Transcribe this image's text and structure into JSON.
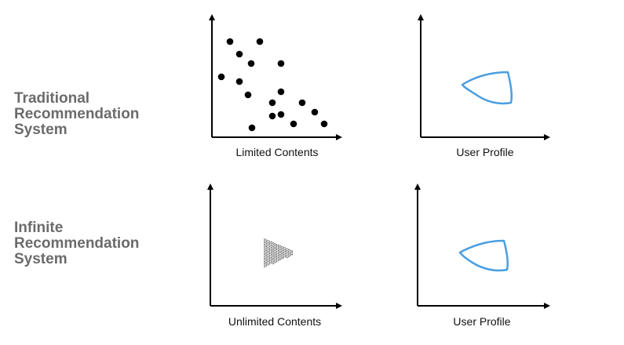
{
  "rows": [
    {
      "label": "Traditional\nRecommendation\nSystem",
      "contents_caption": "Limited Contents",
      "profile_caption": "User Profile"
    },
    {
      "label": "Infinite\nRecommendation\nSystem",
      "contents_caption": "Unlimited Contents",
      "profile_caption": "User Profile"
    }
  ],
  "colors": {
    "axis": "#000000",
    "dots": "#000000",
    "profile_curve": "#4a9ee0",
    "label": "#6b6b6b"
  }
}
